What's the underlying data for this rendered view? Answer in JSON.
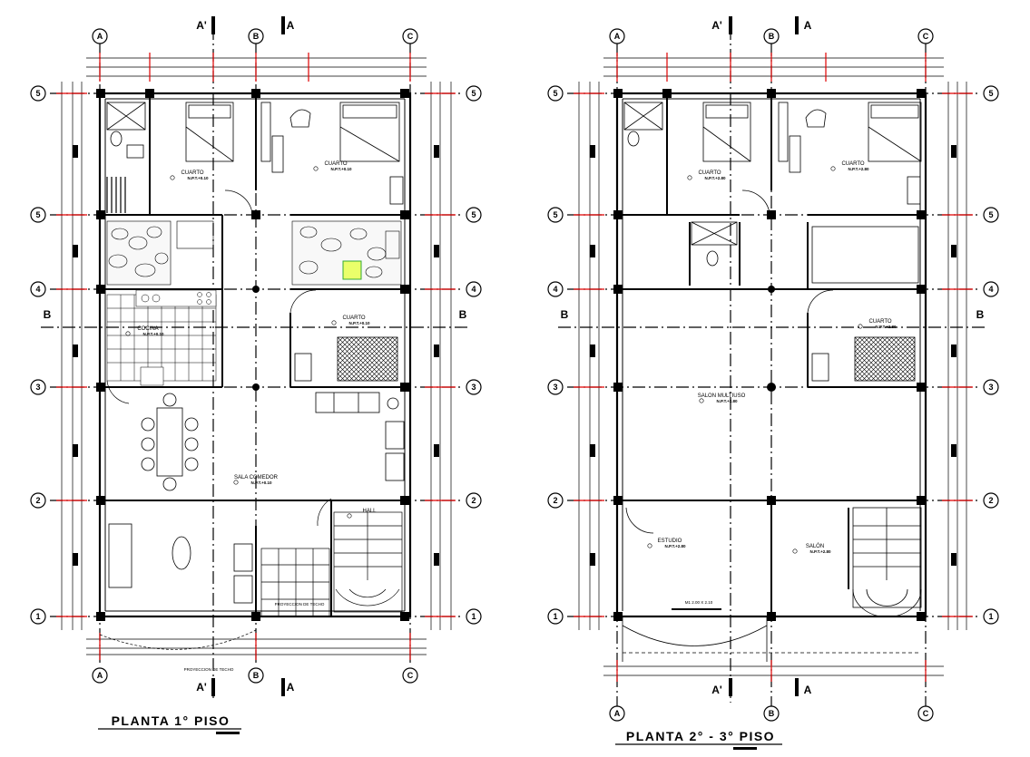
{
  "plans": [
    {
      "title": "PLANTA  1° PISO",
      "grid_columns": [
        "A",
        "B",
        "C"
      ],
      "grid_rows": [
        "5",
        "5",
        "4",
        "3",
        "2",
        "1"
      ],
      "section_markers": {
        "top_left": "A'",
        "top_right": "A",
        "bottom_left": "A'",
        "bottom_right": "A",
        "side_left": "B",
        "side_right": "B"
      },
      "rooms": [
        {
          "name": "CUARTO",
          "level": "N.P.T.+0.10"
        },
        {
          "name": "CUARTO",
          "level": "N.P.T.+0.10"
        },
        {
          "name": "COCINA",
          "level": "N.P.T.+0.10"
        },
        {
          "name": "CUARTO",
          "level": "N.P.T.+0.10"
        },
        {
          "name": "SALA COMEDOR",
          "level": "N.P.T.+0.10"
        },
        {
          "name": "HALL",
          "level": ""
        }
      ],
      "notes": [
        "PROYECCION DE TECHO",
        "PROYECCION DE TECHO"
      ]
    },
    {
      "title": "PLANTA  2° - 3° PISO",
      "grid_columns": [
        "A",
        "B",
        "C"
      ],
      "grid_rows": [
        "5",
        "5",
        "4",
        "3",
        "2",
        "1"
      ],
      "section_markers": {
        "top_left": "A'",
        "top_right": "A",
        "bottom_left": "A'",
        "bottom_right": "A",
        "side_left": "B",
        "side_right": "B"
      },
      "rooms": [
        {
          "name": "CUARTO",
          "level": "N.P.T.+2.80"
        },
        {
          "name": "CUARTO",
          "level": "N.P.T.+2.80"
        },
        {
          "name": "CUARTO",
          "level": "N.P.T.+2.80"
        },
        {
          "name": "SALON MULTIUSO",
          "level": "N.P.T.+2.80"
        },
        {
          "name": "ESTUDIO",
          "level": "N.P.T.+2.80"
        },
        {
          "name": "SALÓN",
          "level": "N.P.T.+2.80"
        }
      ],
      "notes": [
        "M1 2.00 X 2.10"
      ]
    }
  ]
}
